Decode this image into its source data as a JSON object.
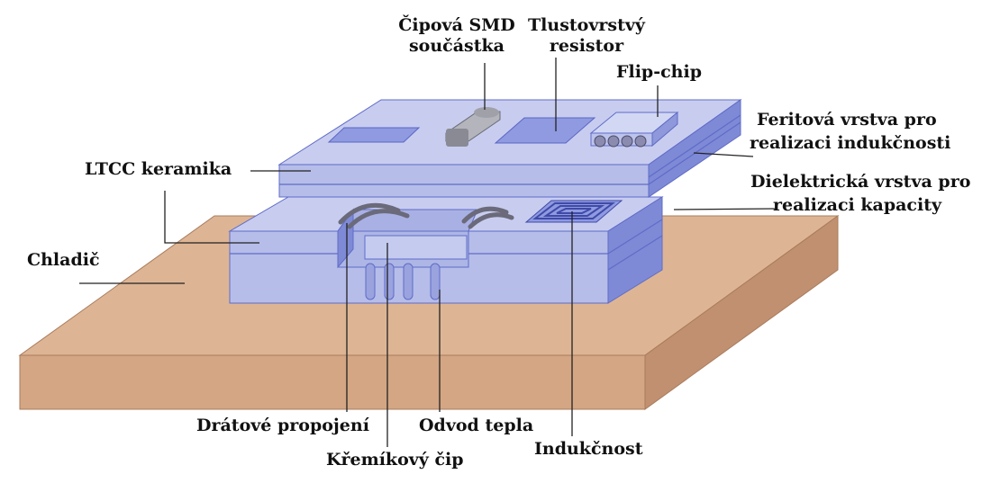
{
  "colors": {
    "heatsink_top": "#ddb594",
    "heatsink_front": "#d4a684",
    "heatsink_side": "#c09070",
    "ceramic_top": "#c8cdf0",
    "ceramic_front": "#b6bde9",
    "ceramic_side": "#7f8ad6",
    "ceramic_edge": "#5f6cc8",
    "leader": "#222222"
  },
  "labels": {
    "chip_smd_line1": "Čipová SMD",
    "chip_smd_line2": "součástka",
    "thick_resistor_line1": "Tlustovrstvý",
    "thick_resistor_line2": "resistor",
    "flip_chip": "Flip-chip",
    "ferrite_line1": "Feritová vrstva pro",
    "ferrite_line2": "realizaci indukčnosti",
    "ltcc": "LTCC keramika",
    "dielectric_line1": "Dielektrická vrstva pro",
    "dielectric_line2": "realizaci kapacity",
    "heatsink": "Chladič",
    "wire_bond": "Drátové propojení",
    "heat_removal": "Odvod tepla",
    "inductance": "Indukčnost",
    "silicon_chip": "Křemíkový čip"
  }
}
